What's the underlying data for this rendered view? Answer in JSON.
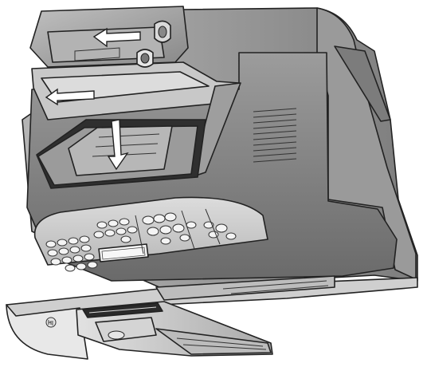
{
  "illustration": {
    "subject": "printer",
    "colors": {
      "body": "#8f8f8f",
      "body_light": "#b8b8b8",
      "body_dark": "#5a5a5a",
      "lid": "#a6a6a6",
      "panel": "#d3d3d3",
      "tray": "#c4c4c4",
      "outline": "#222222",
      "background": "#ffffff"
    },
    "icons": [
      "hp-logo",
      "arrow-left",
      "arrow-down"
    ]
  },
  "control_panel": {
    "display_text": ""
  }
}
